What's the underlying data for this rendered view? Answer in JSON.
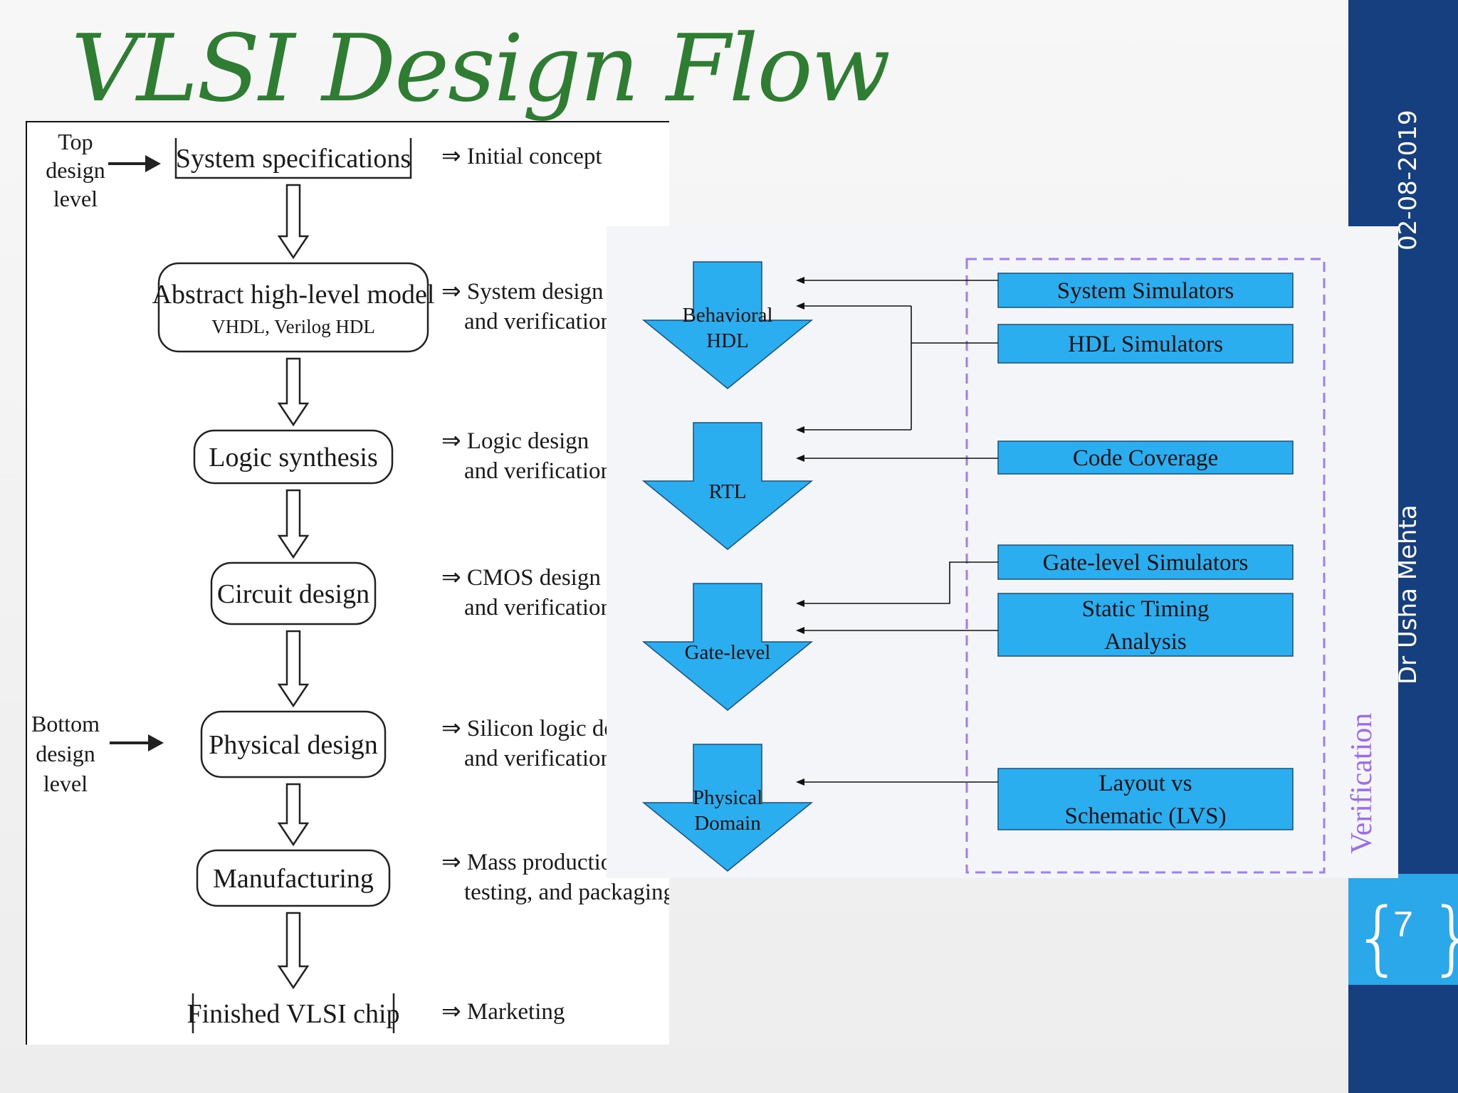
{
  "slide": {
    "title": "VLSI Design Flow",
    "date": "02-08-2019",
    "author": "Dr Usha Mehta",
    "page_number": "7"
  },
  "flow": {
    "top_label": [
      "Top",
      "design",
      "level"
    ],
    "bottom_label": [
      "Bottom",
      "design",
      "level"
    ],
    "steps": [
      {
        "label": "System specifications",
        "sub": "",
        "shape": "bracket",
        "note": [
          "⇒ Initial concept"
        ]
      },
      {
        "label": "Abstract high-level model",
        "sub": "VHDL, Verilog HDL",
        "shape": "rounded",
        "note": [
          "⇒ System design",
          "and verification"
        ]
      },
      {
        "label": "Logic synthesis",
        "sub": "",
        "shape": "rounded",
        "note": [
          "⇒ Logic design",
          "and verification"
        ]
      },
      {
        "label": "Circuit design",
        "sub": "",
        "shape": "rounded",
        "note": [
          "⇒ CMOS design",
          "and verification"
        ]
      },
      {
        "label": "Physical design",
        "sub": "",
        "shape": "rounded",
        "note": [
          "⇒ Silicon logic desi",
          "and verification"
        ]
      },
      {
        "label": "Manufacturing",
        "sub": "",
        "shape": "rounded",
        "note": [
          "⇒ Mass productior",
          "testing, and  packaging"
        ]
      },
      {
        "label": "Finished VLSI chip",
        "sub": "",
        "shape": "bracket-bottom",
        "note": [
          "⇒ Marketing"
        ]
      }
    ]
  },
  "verification": {
    "label": "Verification",
    "colors": {
      "accent": "#2aaef0",
      "border": "#9f7ef0",
      "label": "#9a6ee8"
    },
    "levels": [
      {
        "lines": [
          "Behavioral",
          "HDL"
        ]
      },
      {
        "lines": [
          "RTL"
        ]
      },
      {
        "lines": [
          "Gate-level"
        ]
      },
      {
        "lines": [
          "Physical",
          "Domain"
        ]
      }
    ],
    "tools": [
      {
        "lines": [
          "System  Simulators"
        ]
      },
      {
        "lines": [
          "HDL  Simulators"
        ]
      },
      {
        "lines": [
          "Code  Coverage"
        ]
      },
      {
        "lines": [
          "Gate-level  Simulators"
        ]
      },
      {
        "lines": [
          "Static  Timing",
          "Analysis"
        ]
      },
      {
        "lines": [
          "Layout   vs",
          "Schematic  (LVS)"
        ]
      }
    ]
  }
}
